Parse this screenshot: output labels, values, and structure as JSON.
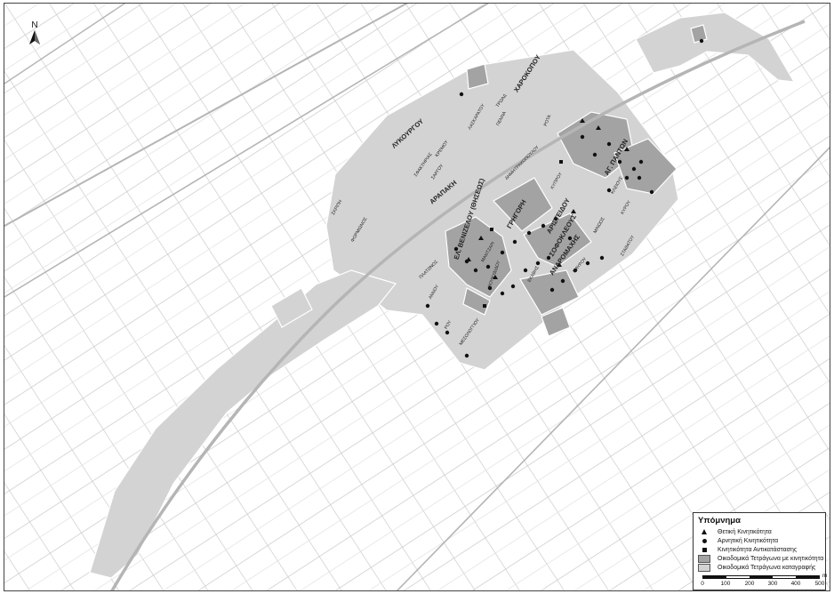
{
  "north_label": "N",
  "legend": {
    "title": "Υπόμνημα",
    "items": [
      {
        "symbol": "triangle",
        "label": "Θετική Κινητικότητα"
      },
      {
        "symbol": "circle",
        "label": "Αρνητική Κινητικότητα"
      },
      {
        "symbol": "square",
        "label": "Κινητικότητα Αντικατάστασης"
      },
      {
        "symbol": "dark-fill",
        "label": "Οικοδομικά Τετράγωνα με κινητικότητα"
      },
      {
        "symbol": "light-fill",
        "label": "Οικοδομικά Τετράγωνα καταγραφής"
      }
    ],
    "scale": {
      "ticks": [
        "0",
        "100",
        "200",
        "300",
        "400",
        "500"
      ],
      "unit": "m"
    }
  },
  "colors": {
    "road": "#c9c9c9",
    "survey_block": "#d3d3d3",
    "mobility_block": "#a3a3a3",
    "marker": "#111111"
  },
  "street_labels": [
    {
      "text": "ΧΑΡΟΚΟΠΟΥ",
      "bold": true
    },
    {
      "text": "ΛΥΚΟΥΡΓΟΥ",
      "bold": true
    },
    {
      "text": "ΚΡΕΜΟΥ"
    },
    {
      "text": "ΤΡΩΑΔ"
    },
    {
      "text": "ΛΑΣΚΑΡΑΤΟΥ"
    },
    {
      "text": "ΠΕΝΝΑ"
    },
    {
      "text": "ΡΟΤΑ"
    },
    {
      "text": "ΣΦΑΚΤΗΡΙΑΣ"
    },
    {
      "text": "ΣΑΡΓΟΥ"
    },
    {
      "text": "ΔΗΜΗΤΡΑΚΟΠΟΥΛΟΥ"
    },
    {
      "text": "ΑΓ. ΠΑΝΤΩΝ",
      "bold": true
    },
    {
      "text": "ΑΡΑΠΑΚΗ",
      "bold": true
    },
    {
      "text": "ΕΛ. ΒΕΝΙΖΕΛΟΥ (ΘΗΣΕΩΣ)",
      "bold": true
    },
    {
      "text": "ΓΡΗΓΟΡΗ",
      "bold": true
    },
    {
      "text": "ΑΡΙΣΤΕΙΔΟΥ",
      "bold": true
    },
    {
      "text": "ΣΟΦΟΚΛΕΟΥΣ",
      "bold": true
    },
    {
      "text": "ΑΝΔΡΟΜΑΧΗΣ",
      "bold": true
    },
    {
      "text": "ΦΟΡΜΙΩΝΟΣ"
    },
    {
      "text": "ΣΚΡΙΠΗ"
    },
    {
      "text": "ΠΛΑΤΩΝΟΣ"
    },
    {
      "text": "ΑΝΝΟΥ"
    },
    {
      "text": "ΜΑΝΤΖΑΡΙ"
    },
    {
      "text": "ΘΟΥΚΥΔΙΔΟΥ"
    },
    {
      "text": "ΕΚΑΒΗΣ"
    },
    {
      "text": "ΜΙΝΩΟΣ"
    },
    {
      "text": "ΚΛΕΙΟΥΣ"
    },
    {
      "text": "ΣΤΑΘΑΤΟΥ"
    },
    {
      "text": "ΜΕΣΟΛΟΓΓΙΟΥ"
    },
    {
      "text": "ΡΟΥ"
    },
    {
      "text": "ΜΑΥΡΟΥ"
    },
    {
      "text": "ΚΥΠΡΟΥ"
    },
    {
      "text": "ΚΥΡΟΥ"
    }
  ]
}
